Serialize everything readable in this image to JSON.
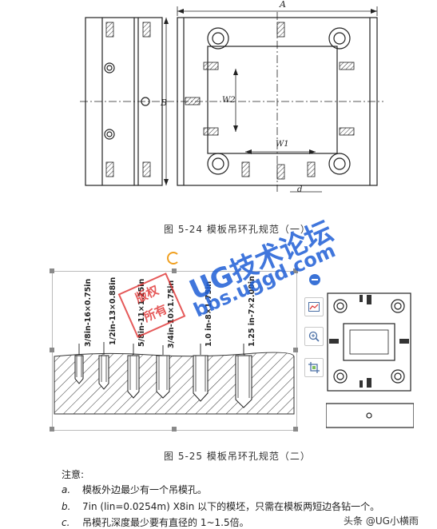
{
  "figure1": {
    "dim_A": "A",
    "dim_B": "B",
    "dim_W1": "W1",
    "dim_W2": "W2",
    "dim_d": "d",
    "caption": "图 5-24 模板吊环孔规范（一）"
  },
  "figure2": {
    "thread_labels": [
      "3/8in-16×0.75in",
      "1/2in-13×0.88in",
      "5/8in-11×1.25in",
      "3/4in-10×1.75in",
      "1.0 in-8×1.75in",
      "1.25 in-7×2.00in"
    ],
    "caption": "图 5-25 模板吊环孔规范（二）"
  },
  "watermark": {
    "site_title": "UG技术论坛",
    "site_url": "bbs.uggd.com",
    "stamp_lines": [
      "版",
      "所",
      "权",
      "有"
    ]
  },
  "toolbar": {
    "collapse_icon": "minus-circle-icon",
    "chart_icon": "image-edit-icon",
    "zoom_icon": "zoom-in-icon",
    "crop_icon": "crop-icon"
  },
  "notes": {
    "heading": "注意:",
    "items": [
      {
        "marker": "a.",
        "text": "模板外边最少有一个吊模孔。"
      },
      {
        "marker": "b.",
        "text": "7in (lin=0.0254m) X8in 以下的模坯，只需在模板两短边各钻一个。"
      },
      {
        "marker": "c.",
        "text": "吊模孔深度最少要有直径的 1~1.5倍。"
      }
    ]
  },
  "credit": "头条 @UG小横雨"
}
